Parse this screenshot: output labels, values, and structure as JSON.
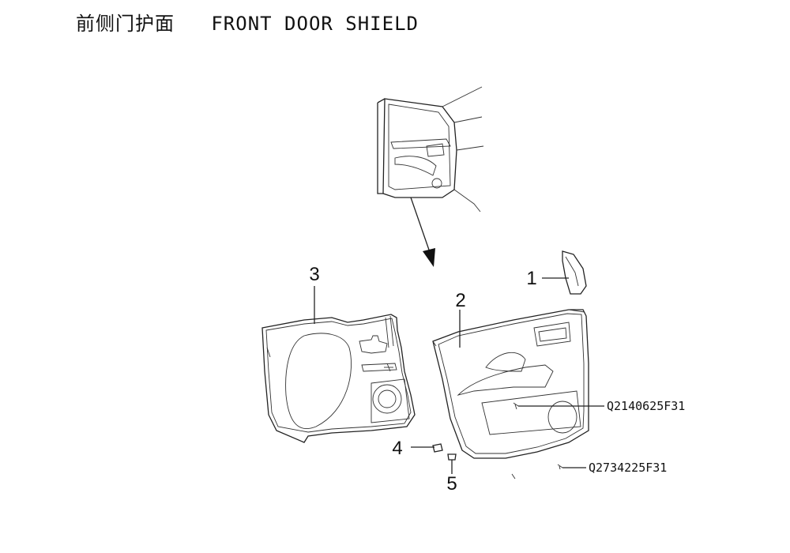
{
  "title": "前侧门护面   FRONT DOOR SHIELD",
  "callouts": [
    "1",
    "2",
    "3",
    "4",
    "5"
  ],
  "part_numbers": [
    "Q2140625F31",
    "Q2734225F31"
  ]
}
